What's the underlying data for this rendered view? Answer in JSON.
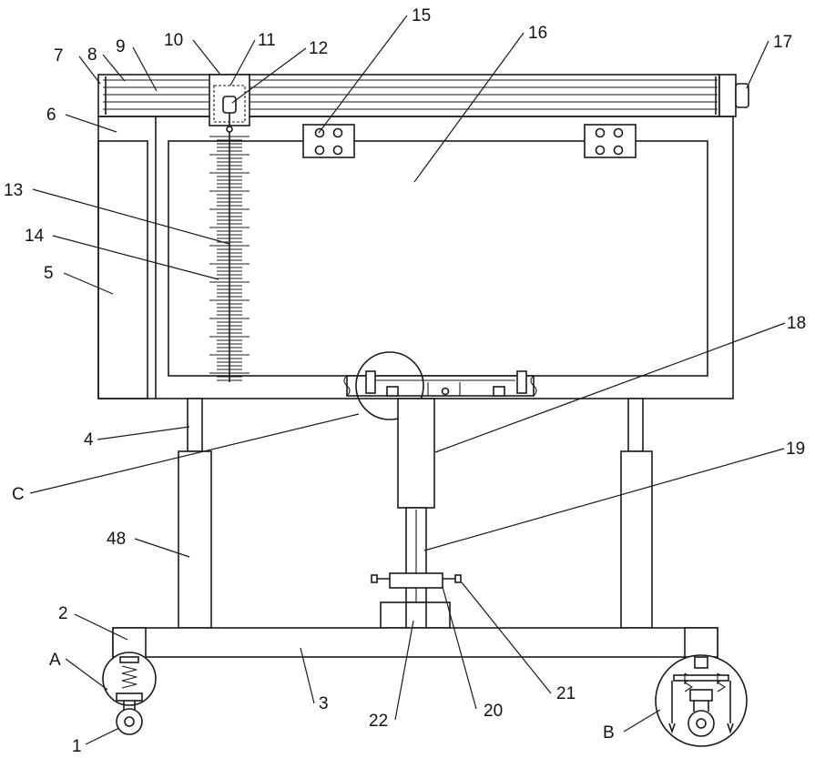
{
  "labels": {
    "l1": "1",
    "l2": "2",
    "l3": "3",
    "l4": "4",
    "l5": "5",
    "l6": "6",
    "l7": "7",
    "l8": "8",
    "l9": "9",
    "l10": "10",
    "l11": "11",
    "l12": "12",
    "l13": "13",
    "l14": "14",
    "l15": "15",
    "l16": "16",
    "l17": "17",
    "l18": "18",
    "l19": "19",
    "l20": "20",
    "l21": "21",
    "l22": "22",
    "l48": "48",
    "lA": "A",
    "lB": "B",
    "lC": "C"
  }
}
